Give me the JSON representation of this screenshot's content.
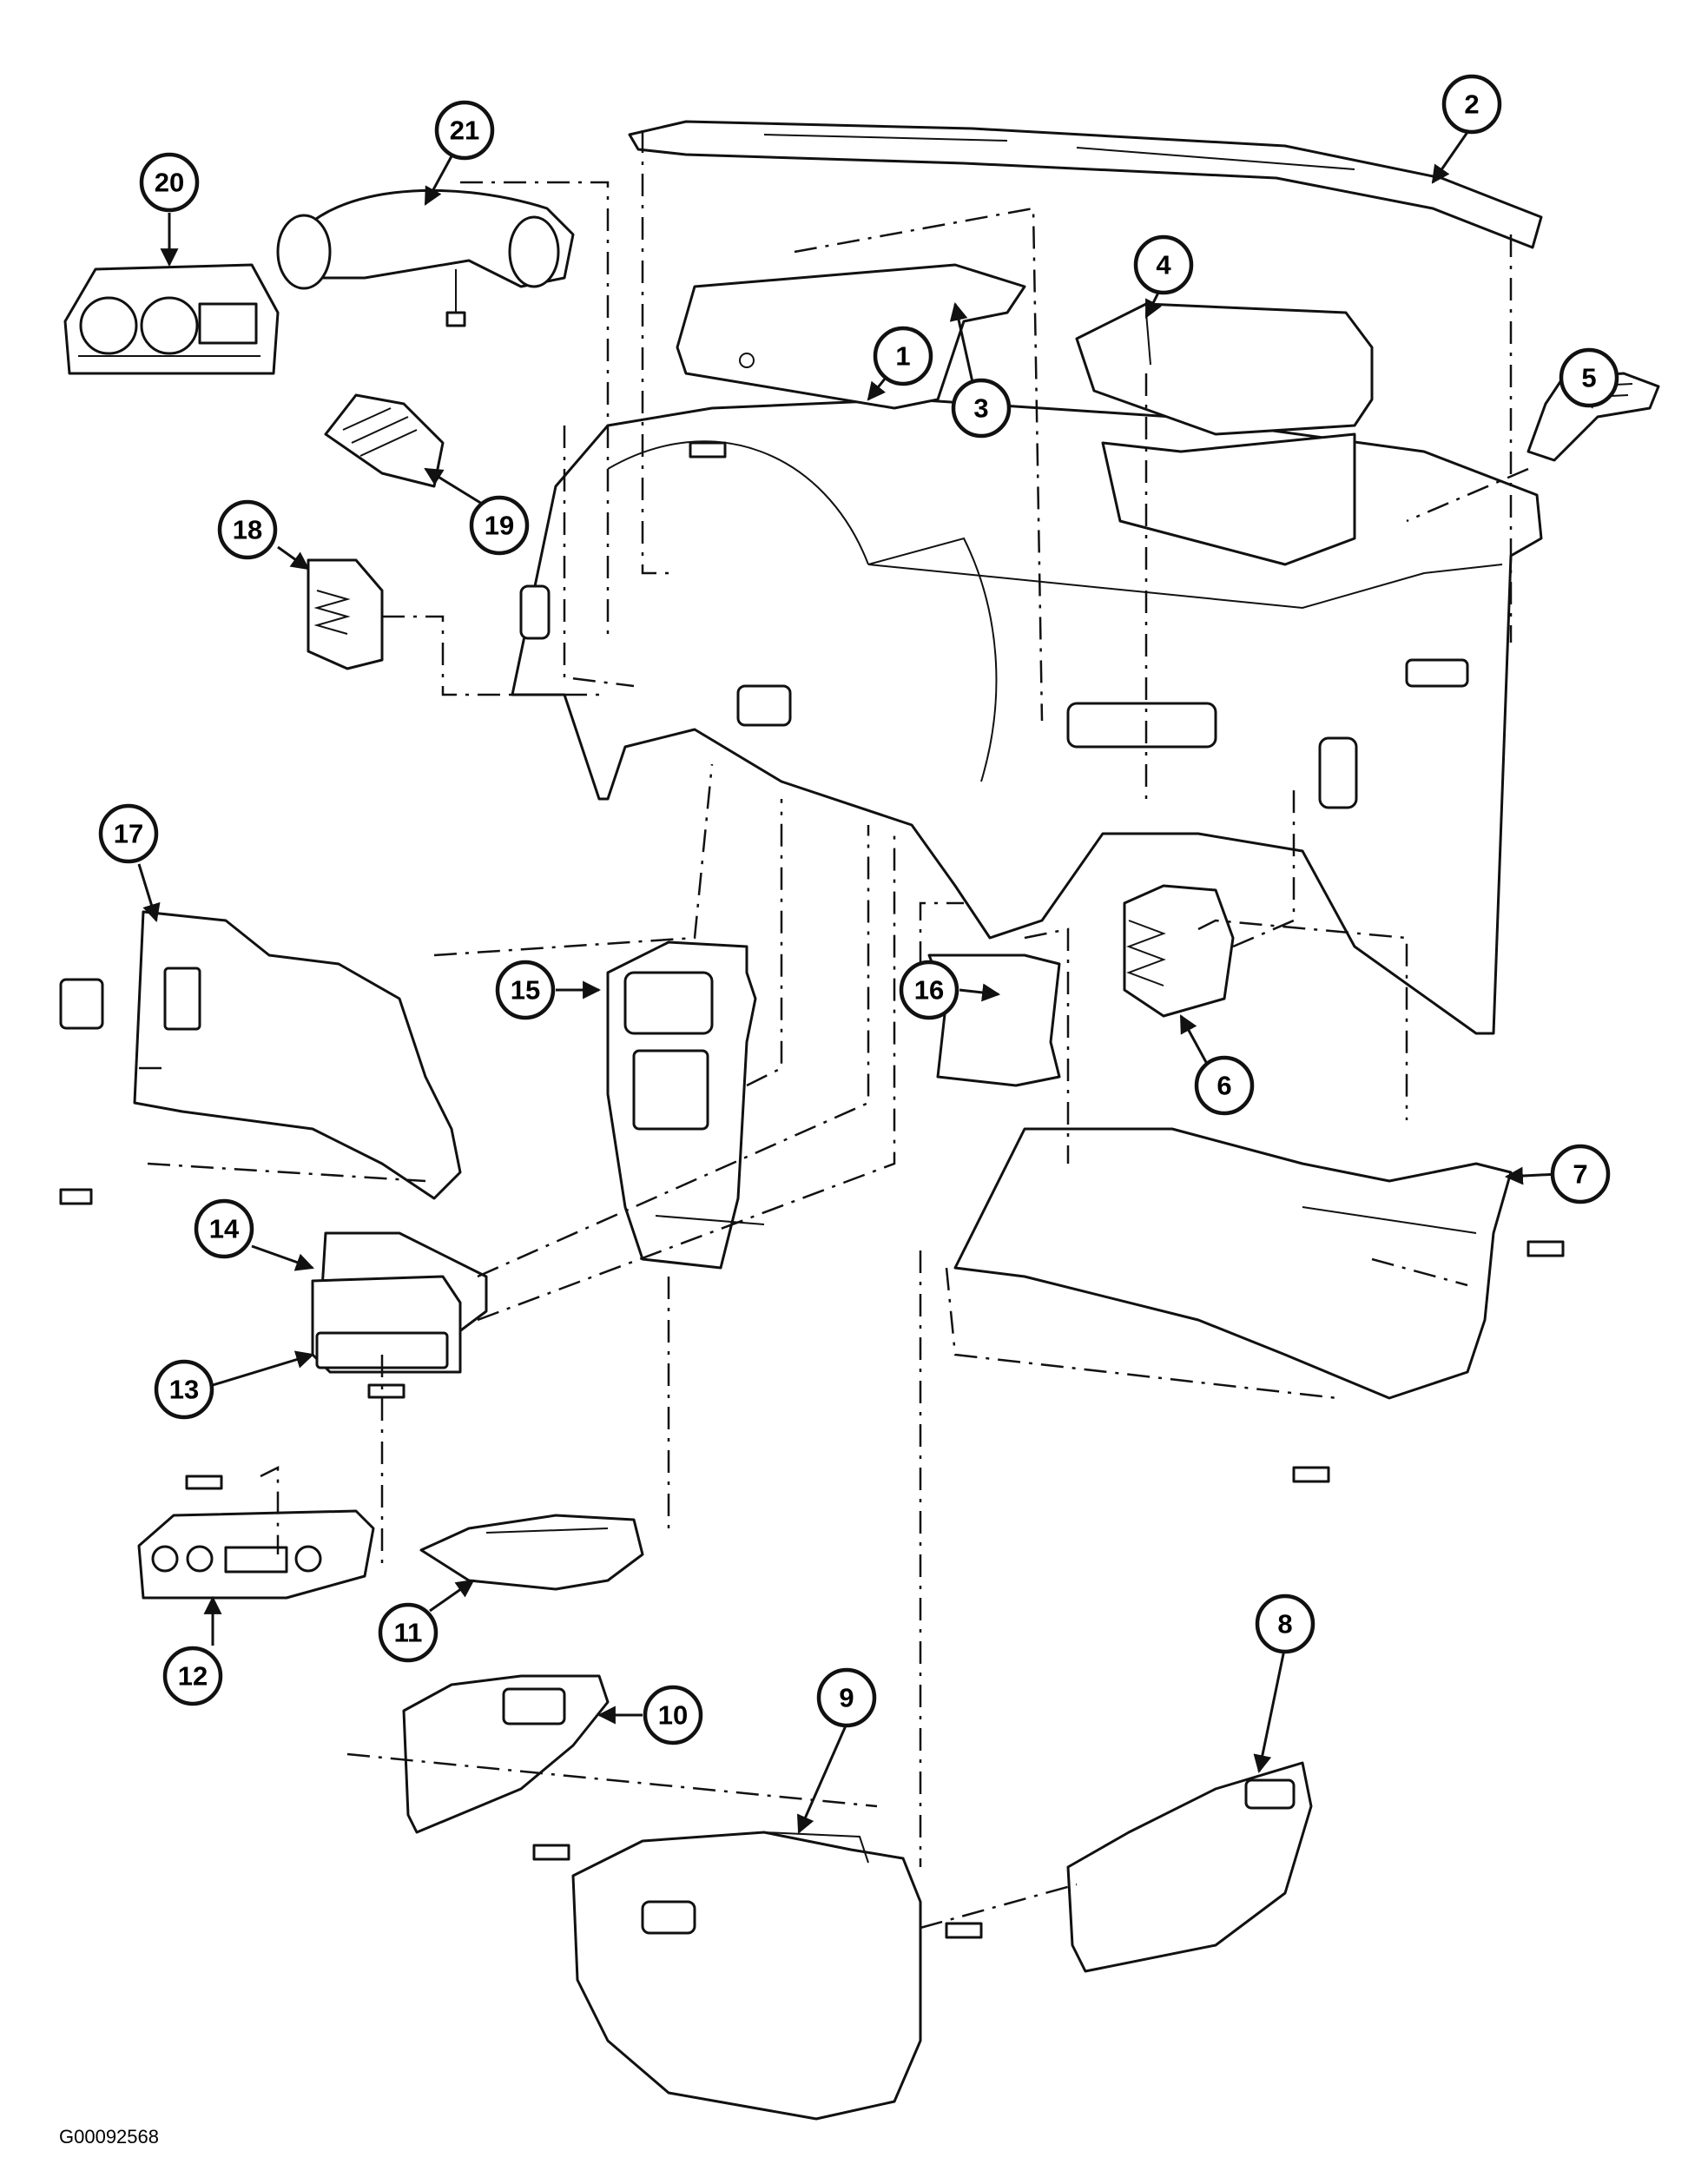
{
  "figure_id": "G00092568",
  "callouts": [
    "1",
    "2",
    "3",
    "4",
    "5",
    "6",
    "7",
    "8",
    "9",
    "10",
    "11",
    "12",
    "13",
    "14",
    "15",
    "16",
    "17",
    "18",
    "19",
    "20",
    "21"
  ]
}
